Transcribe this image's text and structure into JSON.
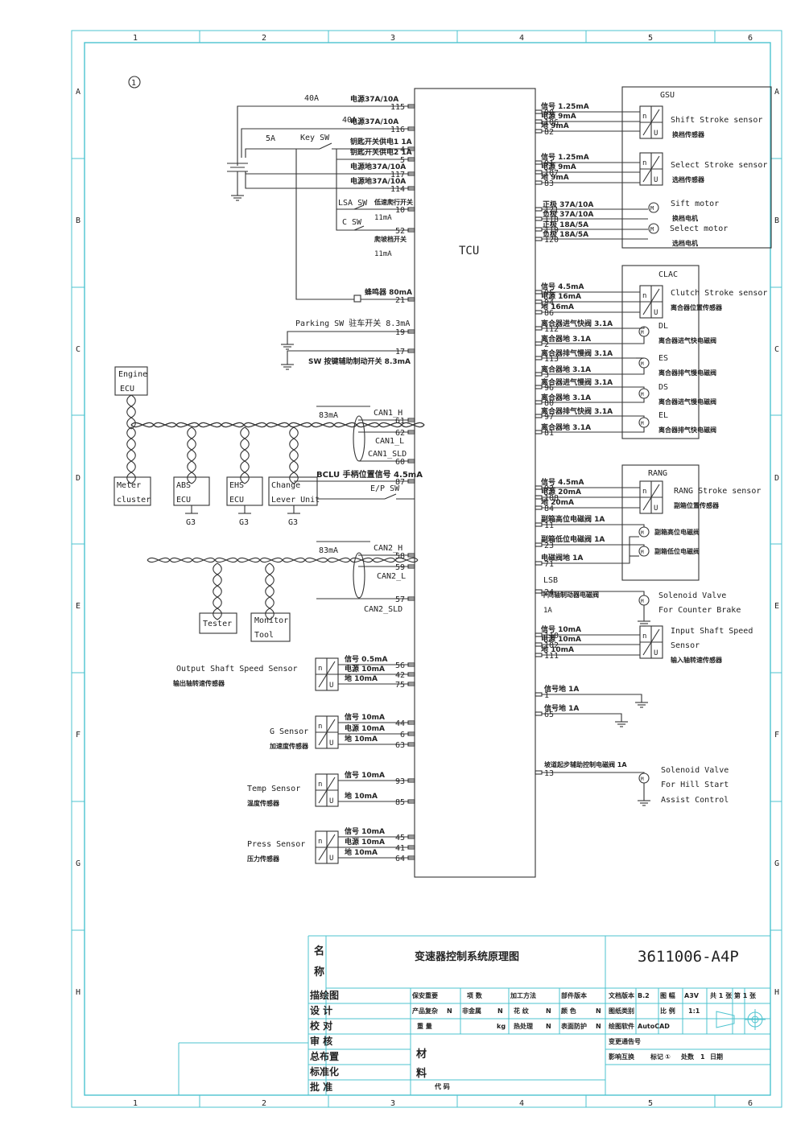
{
  "border": {
    "cols": [
      "1",
      "2",
      "3",
      "4",
      "5",
      "6"
    ],
    "rows": [
      "A",
      "B",
      "C",
      "D",
      "E",
      "F",
      "G",
      "H"
    ]
  },
  "sheet_mark": "①",
  "tcu": {
    "label": "TCU"
  },
  "power": {
    "fuse40a_1": "40A",
    "fuse40a_2": "40A",
    "fuse5a": "5A",
    "key_sw": "Key SW",
    "lines": [
      {
        "text": "电源37A/10A",
        "pin": "115"
      },
      {
        "text": "电源37A/10A",
        "pin": "116"
      },
      {
        "text": "钥匙开关供电1  1A",
        "pin": "4"
      },
      {
        "text": "钥匙开关供电2  1A",
        "pin": "5"
      },
      {
        "text": "电源地37A/10A",
        "pin": "117"
      },
      {
        "text": "电源地37A/10A",
        "pin": "114"
      }
    ],
    "lsa_sw": "LSA SW",
    "lsa_cn": "低速爬行开关",
    "lsa_pin": "10",
    "lsa_ma": "11mA",
    "c_sw": "C SW",
    "c_pin": "52",
    "c_cn": "爬坡档开关",
    "c_ma": "11mA",
    "buzzer": "蜂鸣器 80mA",
    "buzzer_pin": "21",
    "parking": "Parking SW  驻车开关 8.3mA",
    "parking_pin": "19",
    "sw_brake": "SW 按键辅助制动开关  8.3mA",
    "sw_brake_pin": "17"
  },
  "can": {
    "engine_ecu": [
      "Engine",
      "ECU"
    ],
    "can1_ma": "83mA",
    "can1_h": "CAN1_H",
    "can1_h_pin": "61",
    "can1_l": "CAN1_L",
    "can1_l_pin": "62",
    "can1_sld": "CAN1_SLD",
    "can1_sld_pin": "60",
    "bclu": "BCLU 手柄位置信号 4.5mA",
    "bclu_pin": "87",
    "ep_sw": "E/P SW",
    "nodes": [
      {
        "l1": "Meter",
        "l2": "cluster"
      },
      {
        "l1": "ABS",
        "l2": "ECU",
        "g": "G3"
      },
      {
        "l1": "EHS",
        "l2": "ECU",
        "g": "G3"
      },
      {
        "l1": "Change",
        "l2": "Lever Unit",
        "g": "G3"
      }
    ],
    "can2_ma": "83mA",
    "can2_h": "CAN2_H",
    "can2_h_pin": "58",
    "can2_l": "CAN2_L",
    "can2_l_pin": "59",
    "can2_sld": "CAN2_SLD",
    "can2_sld_pin": "57",
    "tester": "Tester",
    "monitor": [
      "Monitor",
      "Tool"
    ]
  },
  "left_sensors": [
    {
      "name": "Output Shaft Speed Sensor",
      "cn": "输出轴转速传感器",
      "lines": [
        {
          "t": "信号 0.5mA",
          "p": "56"
        },
        {
          "t": "电源 10mA",
          "p": "42"
        },
        {
          "t": "地  10mA",
          "p": "75"
        }
      ]
    },
    {
      "name": "G Sensor",
      "cn": "加速度传感器",
      "lines": [
        {
          "t": "信号 10mA",
          "p": "44"
        },
        {
          "t": "电源 10mA",
          "p": "6"
        },
        {
          "t": "地  10mA",
          "p": "63"
        }
      ]
    },
    {
      "name": "Temp Sensor",
      "cn": "温度传感器",
      "lines": [
        {
          "t": "信号 10mA",
          "p": "93"
        },
        {
          "t": "地  10mA",
          "p": "85"
        }
      ]
    },
    {
      "name": "Press Sensor",
      "cn": "压力传感器",
      "lines": [
        {
          "t": "信号 10mA",
          "p": "45"
        },
        {
          "t": "电源 10mA",
          "p": "41"
        },
        {
          "t": "地  10mA",
          "p": "64"
        }
      ]
    }
  ],
  "gsu": {
    "title": "GSU",
    "shift": {
      "name": "Shift Stroke sensor",
      "cn": "换档传感器",
      "lines": [
        {
          "p": "90",
          "t": "信号 1.25mA"
        },
        {
          "p": "106",
          "t": "电源  9mA"
        },
        {
          "p": "82",
          "t": "地   9mA"
        }
      ]
    },
    "select": {
      "name": "Select Stroke sensor",
      "cn": "选档传感器",
      "lines": [
        {
          "p": "91",
          "t": "信号 1.25mA"
        },
        {
          "p": "107",
          "t": "电源  9mA"
        },
        {
          "p": "83",
          "t": "地   9mA"
        }
      ]
    },
    "motors": [
      {
        "p": "121",
        "t": "正极 37A/10A"
      },
      {
        "p": "118",
        "t": "负极 37A/10A"
      },
      {
        "p": "119",
        "t": "正极 18A/5A"
      },
      {
        "p": "120",
        "t": "负极 18A/5A"
      }
    ],
    "sift_motor": "Sift motor",
    "sift_cn": "换档电机",
    "select_motor": "Select motor",
    "select_cn": "选档电机"
  },
  "clac": {
    "title": "CLAC",
    "sensor": {
      "name": "Clutch Stroke sensor",
      "cn": "离合器位置传感器",
      "lines": [
        {
          "p": "95",
          "t": "信号 4.5mA"
        },
        {
          "p": "94",
          "t": "电源 16mA"
        },
        {
          "p": "86",
          "t": "地  16mA"
        }
      ]
    },
    "valves": [
      {
        "p1": "112",
        "t1": "离合器进气快阀 3.1A",
        "p2": "2",
        "t2": "离合器地 3.1A",
        "name": "DL",
        "cn": "离合器进气快电磁阀"
      },
      {
        "p1": "113",
        "t1": "离合器排气慢阀 3.1A",
        "p2": "3",
        "t2": "离合器地 3.1A",
        "name": "ES",
        "cn": "离合器排气慢电磁阀"
      },
      {
        "p1": "96",
        "t1": "离合器进气慢阀 3.1A",
        "p2": "80",
        "t2": "离合器地 3.1A",
        "name": "DS",
        "cn": "离合器进气慢电磁阀"
      },
      {
        "p1": "97",
        "t1": "离合器排气快阀 3.1A",
        "p2": "81",
        "t2": "离合器地 3.1A",
        "name": "EL",
        "cn": "离合器排气快电磁阀"
      }
    ]
  },
  "rang": {
    "title": "RANG",
    "sensor": {
      "name": "RANG Stroke sensor",
      "cn": "副箱位置传感器",
      "lines": [
        {
          "p": "92",
          "t": "信号   4.5mA"
        },
        {
          "p": "108",
          "t": "电源   20mA"
        },
        {
          "p": "84",
          "t": "地    20mA"
        }
      ]
    },
    "valves": [
      {
        "p": "11",
        "t": "副箱高位电磁阀 1A",
        "cn": "副箱高位电磁阀"
      },
      {
        "p": "23",
        "t": "副箱低位电磁阀 1A",
        "cn": "副箱低位电磁阀"
      },
      {
        "p": "71",
        "t": "电磁阀地 1A"
      }
    ]
  },
  "lsb": {
    "label": "LSB",
    "p": "24",
    "t": "中间轴制动器电磁阀",
    "ma": "1A",
    "name": [
      "Solenoid Valve",
      "For Counter Brake"
    ]
  },
  "input_shaft": {
    "name": [
      "Input Shaft Speed",
      "Sensor"
    ],
    "cn": "输入轴转速传感器",
    "lines": [
      {
        "p": "110",
        "t": "信号  10mA"
      },
      {
        "p": "102",
        "t": "电源  10mA"
      },
      {
        "p": "111",
        "t": "地   10mA"
      }
    ]
  },
  "grounds": [
    {
      "p": "1",
      "t": "信号地 1A"
    },
    {
      "p": "65",
      "t": "信号地 1A"
    }
  ],
  "hill": {
    "p": "13",
    "t": "坡道起步辅助控制电磁阀 1A",
    "name": [
      "Solenoid Valve",
      "For Hill Start",
      "Assist Control"
    ]
  },
  "title_block": {
    "name_label": [
      "名",
      "称"
    ],
    "title": "变速器控制系统原理图",
    "code": "3611006-A4P",
    "roles": [
      "描绘图",
      "设  计",
      "校  对",
      "审  核",
      "总布置",
      "标准化",
      "批  准"
    ],
    "material": [
      "材",
      "料"
    ],
    "daima": "代 码",
    "r1": [
      "保安重要",
      "项  数",
      "加工方法",
      "部件版本",
      "文档版本",
      "B.2",
      "图  幅",
      "A3V",
      "共 1 张 第 1 张"
    ],
    "r2": [
      "产品复杂",
      "N",
      "非金属",
      "N",
      "花  纹",
      "N",
      "颜  色",
      "N",
      "图纸类别",
      "比  例",
      "1:1"
    ],
    "r3": [
      "重  量",
      "kg",
      "热处理",
      "N",
      "表面防护",
      "N",
      "绘图软件",
      "AutoCAD"
    ],
    "r4": [
      "变更通告号"
    ],
    "r5": [
      "影响互换",
      "标记",
      "①",
      "处数",
      "1",
      "日期"
    ]
  }
}
